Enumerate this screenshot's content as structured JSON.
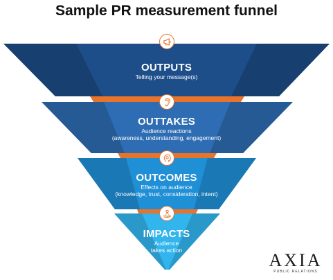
{
  "title": "Sample PR measurement funnel",
  "colors": {
    "connector": "#e8742c",
    "icon_accent": "#e8742c"
  },
  "tiers": [
    {
      "name": "OUTPUTS",
      "desc_lines": [
        "Telling your message(s)"
      ],
      "icon": "megaphone-icon",
      "color": "#1d4e89",
      "shade": "#173f70"
    },
    {
      "name": "OUTTAKES",
      "desc_lines": [
        "Audience reactions",
        "(awareness, understanding, engagement)"
      ],
      "icon": "ear-icon",
      "color": "#2e6db3",
      "shade": "#255a95"
    },
    {
      "name": "OUTCOMES",
      "desc_lines": [
        "Effects on audience",
        "(knowledge, trust, consideration, intent)"
      ],
      "icon": "head-gear-icon",
      "color": "#1f8fd6",
      "shade": "#1a78b4"
    },
    {
      "name": "IMPACTS",
      "desc_lines": [
        "Audience",
        "takes action"
      ],
      "icon": "hand-person-icon",
      "color": "#32b4ec",
      "shade": "#2a99ca"
    }
  ],
  "logo": {
    "name": "AXIA",
    "tagline": "PUBLIC RELATIONS"
  }
}
